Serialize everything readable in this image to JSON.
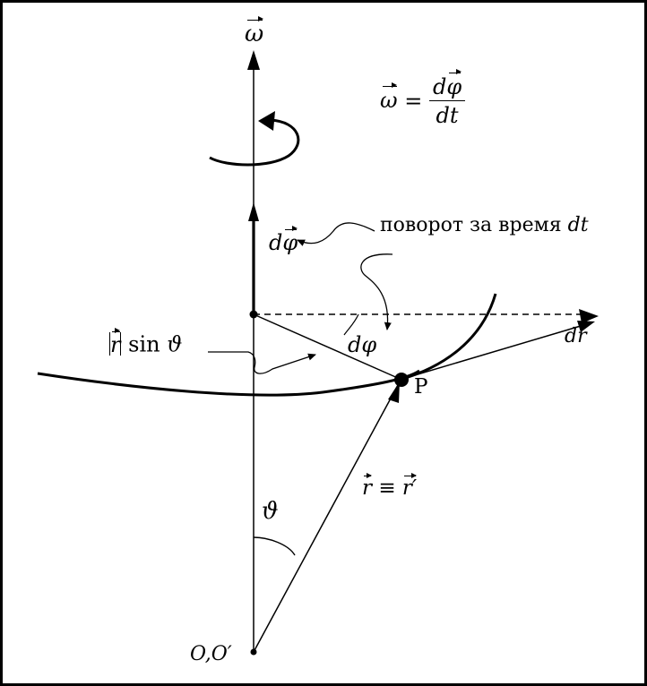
{
  "labels": {
    "omega_axis": "ω",
    "omega_eq_lhs": "ω",
    "equals": "=",
    "frac_num_d": "d",
    "frac_num_phi": "φ",
    "frac_den": "dt",
    "dphi_vec_d": "d",
    "dphi_vec_phi": "φ",
    "rotation_text": "поворот за время",
    "rotation_dt": "dt",
    "r_sin_r": "r",
    "r_sin_text": "sin",
    "r_sin_theta": "ϑ",
    "dphi_scalar": "dφ",
    "dr_d": "d",
    "dr_r": "r",
    "point_P": "P",
    "r_equiv_r": "r",
    "equiv": "≡",
    "r_equiv_rprime": "r′",
    "theta_angle": "ϑ",
    "origin": "O,O′"
  }
}
